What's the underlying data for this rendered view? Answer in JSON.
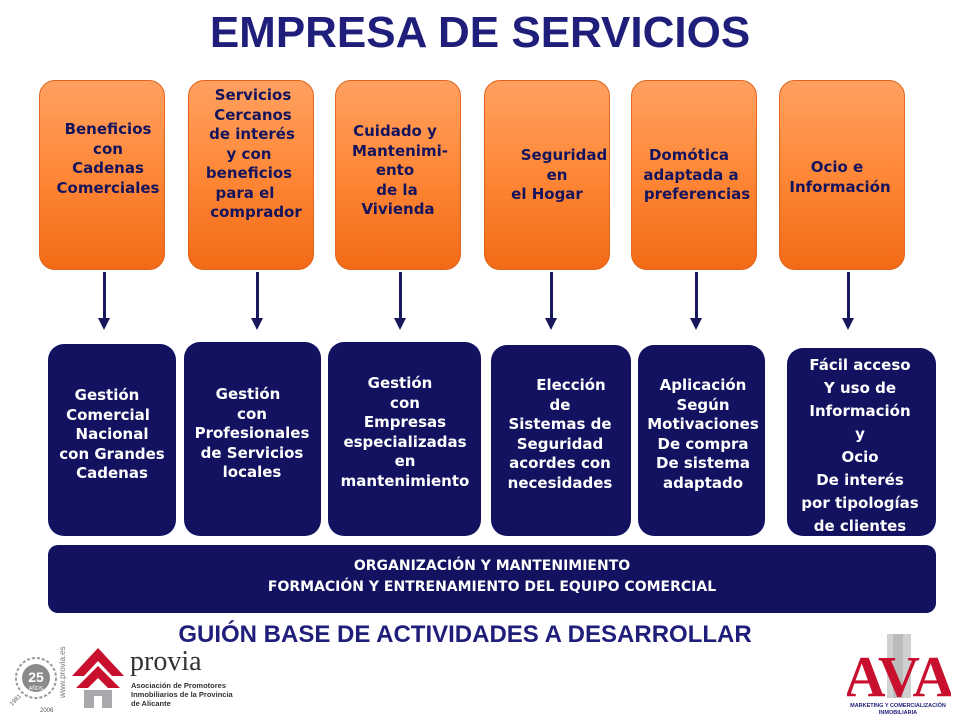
{
  "title": "EMPRESA DE SERVICIOS",
  "top_boxes": [
    {
      "lines": [
        "Beneficios",
        "con",
        "Cadenas",
        "Comerciales"
      ]
    },
    {
      "lines": [
        "Servicios",
        "Cercanos",
        "de interés",
        "y con",
        "beneficios",
        "para el",
        "comprador"
      ]
    },
    {
      "lines": [
        "Cuidado y",
        "Mantenimi-",
        "ento",
        "de la",
        "Vivienda"
      ]
    },
    {
      "lines": [
        "Seguridad",
        "en",
        "el Hogar"
      ]
    },
    {
      "lines": [
        "Domótica",
        "adaptada a",
        "preferencias"
      ]
    },
    {
      "lines": [
        "Ocio e",
        "Información"
      ]
    }
  ],
  "bottom_boxes": [
    {
      "lines": [
        "Gestión",
        "Comercial",
        "Nacional",
        "con Grandes",
        "Cadenas"
      ]
    },
    {
      "lines": [
        "Gestión",
        "con",
        "Profesionales",
        "de Servicios",
        "locales"
      ]
    },
    {
      "lines": [
        "Gestión",
        "con",
        "Empresas",
        "especializadas",
        "en",
        "mantenimiento"
      ]
    },
    {
      "lines": [
        "Elección",
        "de",
        "Sistemas de",
        "Seguridad",
        "acordes con",
        "necesidades"
      ]
    },
    {
      "lines": [
        "Aplicación",
        "Según",
        "Motivaciones",
        "De compra",
        "De sistema",
        "adaptado"
      ]
    },
    {
      "lines": [
        "Fácil acceso",
        "Y uso de",
        "Información",
        "y",
        "Ocio",
        "De interés",
        "por tipologías",
        "de clientes"
      ]
    }
  ],
  "banner": {
    "line1": "ORGANIZACIÓN Y MANTENIMIENTO",
    "line2": "FORMACIÓN Y ENTRENAMIENTO DEL EQUIPO COMERCIAL"
  },
  "subtitle": "GUIÓN BASE DE ACTIVIDADES A DESARROLLAR",
  "provia_logo": {
    "anniversary_number": "25",
    "anniversary_word": "AÑOS",
    "years_left": "1981",
    "years_right": "2006",
    "website": "www.provia.es",
    "name": "provia",
    "description_line1": "Asociación de Promotores",
    "description_line2": "Inmobiliarios de la Provincia",
    "description_line3": "de Alicante"
  },
  "ava_logo": {
    "mark": "AVA",
    "caption_line1": "MARKETING Y COMERCIALIZACIÓN",
    "caption_line2": "INMOBILIARIA"
  },
  "colors": {
    "title_navy": "#1f1e7a",
    "orange_top": "#ffa060",
    "orange_bottom": "#f26a16",
    "navy_box": "#121260",
    "provia_red": "#c8102e"
  }
}
